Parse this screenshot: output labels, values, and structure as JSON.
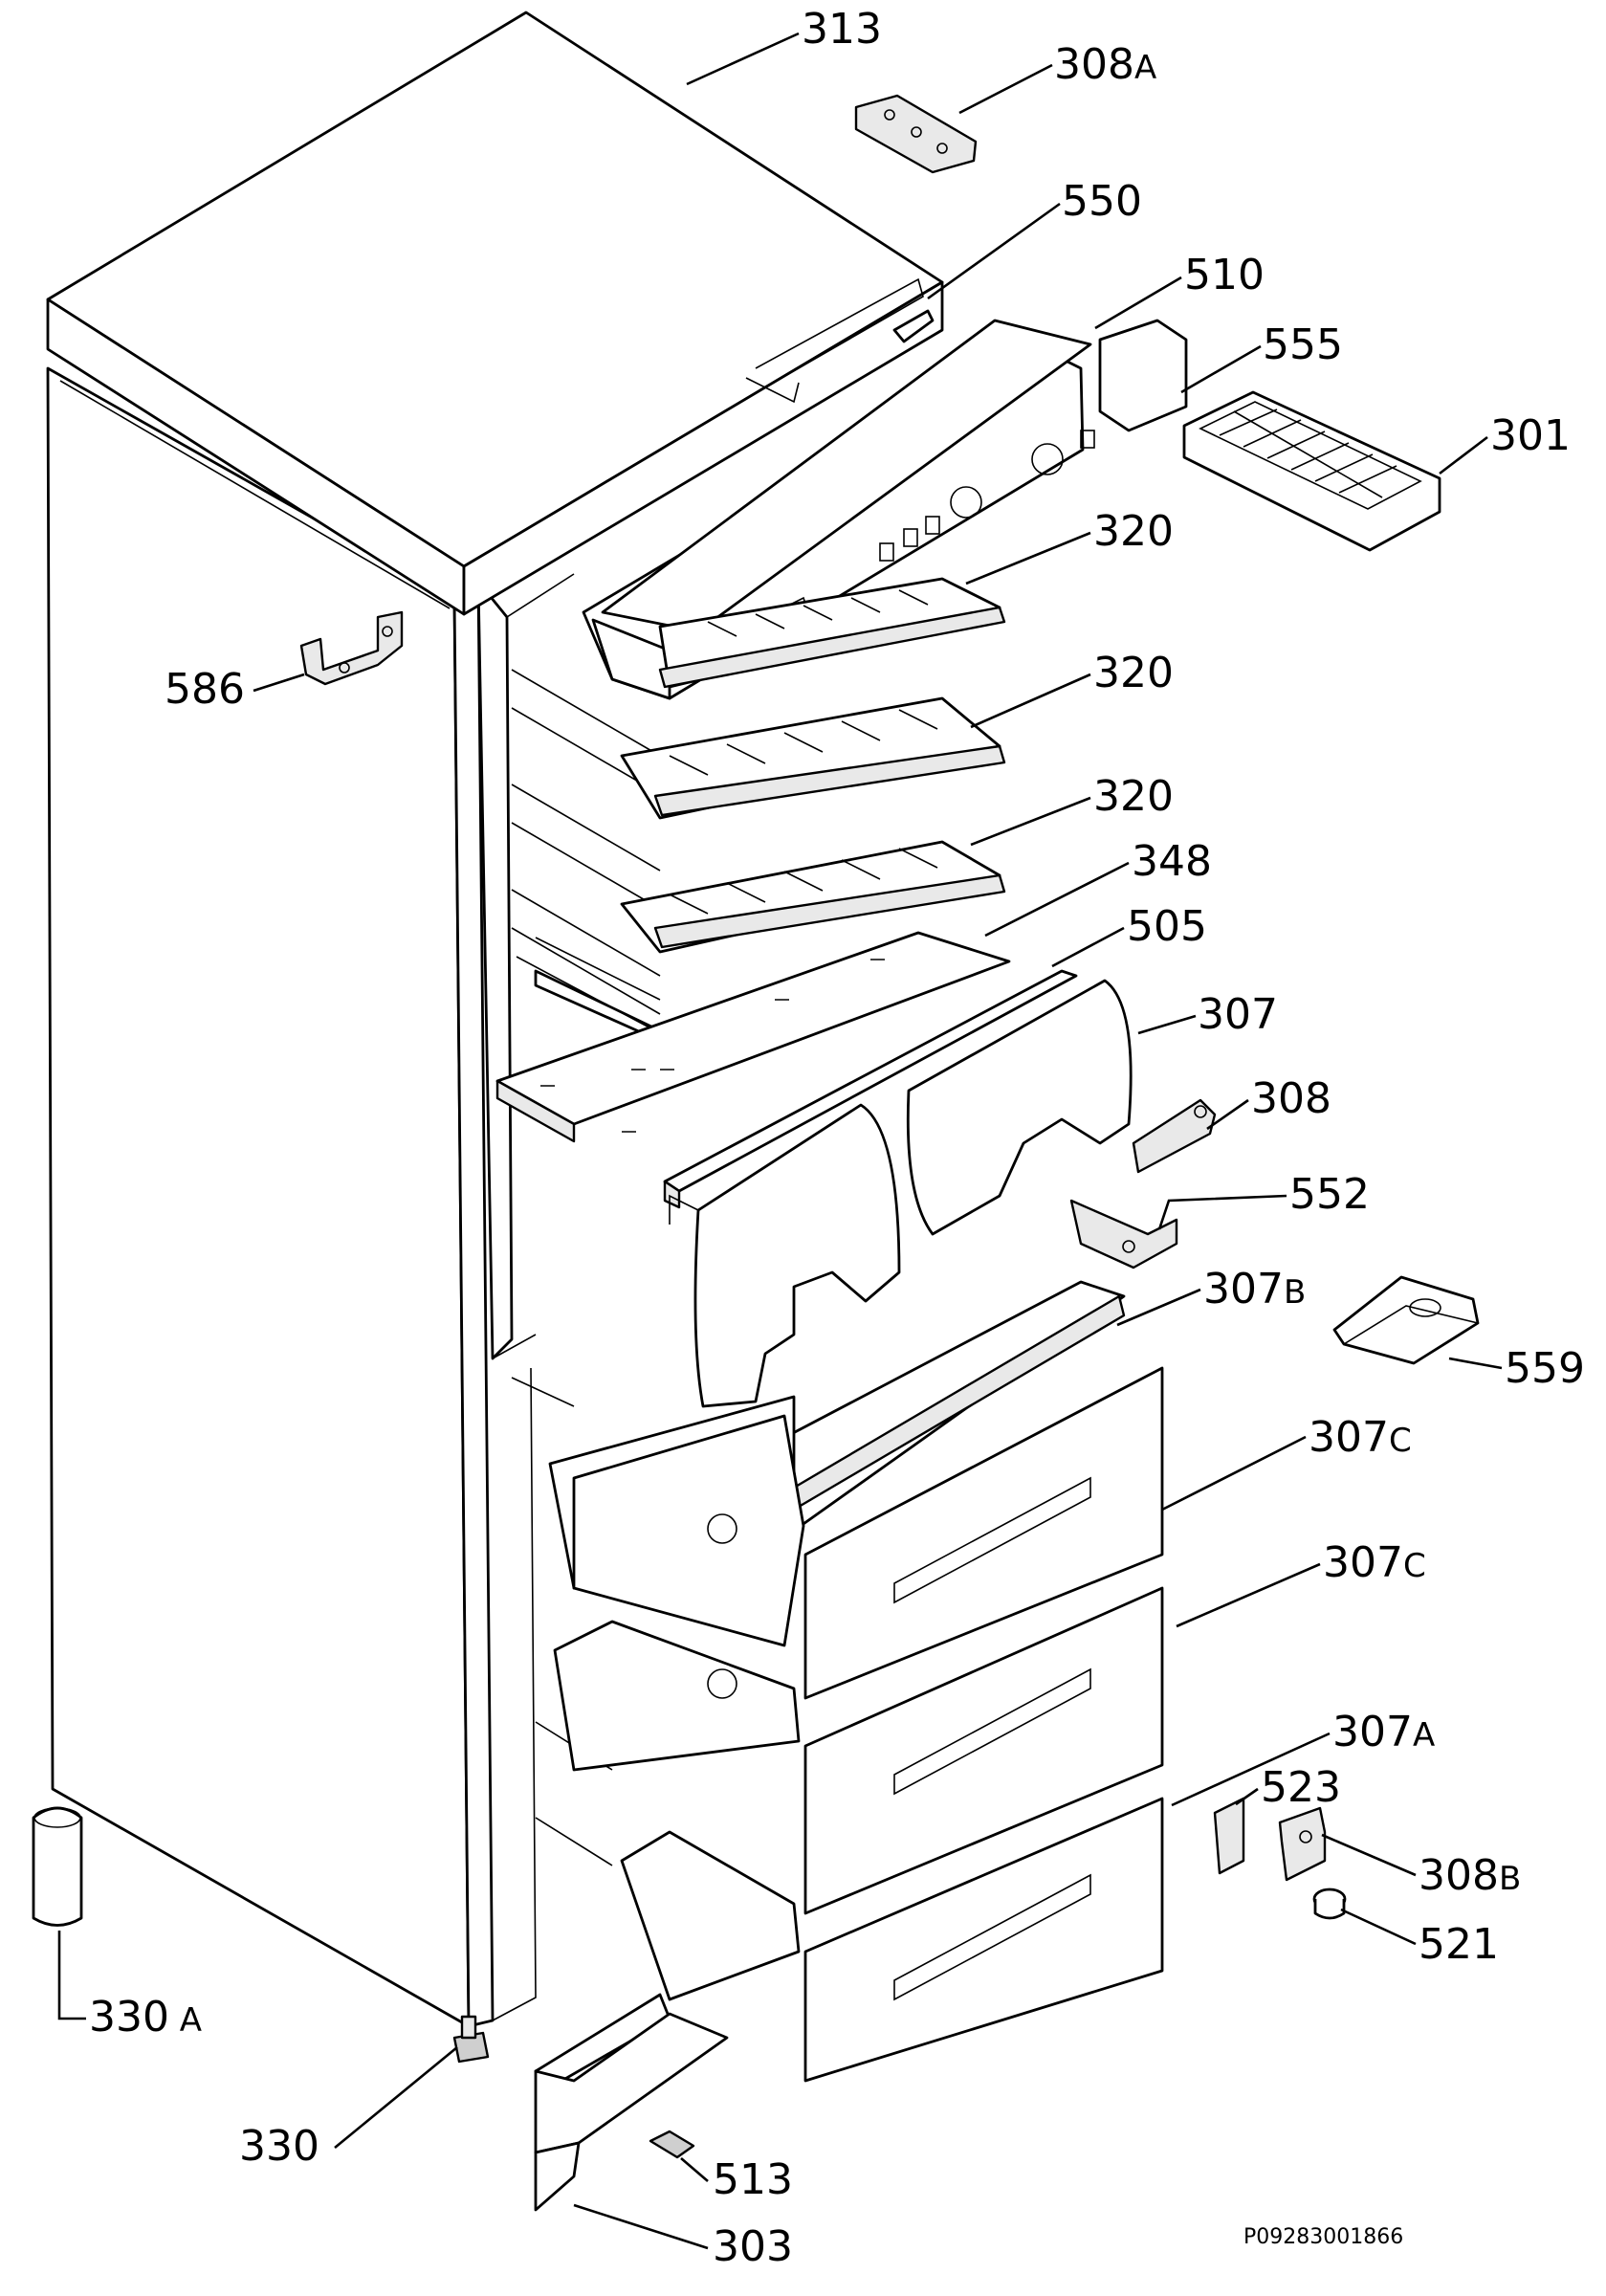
{
  "diagram": {
    "labels": [
      {
        "id": "313",
        "text": "313",
        "suffix": ""
      },
      {
        "id": "308a",
        "text": "308",
        "suffix": "A"
      },
      {
        "id": "550",
        "text": "550",
        "suffix": ""
      },
      {
        "id": "510",
        "text": "510",
        "suffix": ""
      },
      {
        "id": "555",
        "text": "555",
        "suffix": ""
      },
      {
        "id": "301",
        "text": "301",
        "suffix": ""
      },
      {
        "id": "320a",
        "text": "320",
        "suffix": ""
      },
      {
        "id": "586",
        "text": "586",
        "suffix": ""
      },
      {
        "id": "320b",
        "text": "320",
        "suffix": ""
      },
      {
        "id": "320c",
        "text": "320",
        "suffix": ""
      },
      {
        "id": "348",
        "text": "348",
        "suffix": ""
      },
      {
        "id": "505",
        "text": "505",
        "suffix": ""
      },
      {
        "id": "307",
        "text": "307",
        "suffix": ""
      },
      {
        "id": "308",
        "text": "308",
        "suffix": ""
      },
      {
        "id": "552",
        "text": "552",
        "suffix": ""
      },
      {
        "id": "307b",
        "text": "307",
        "suffix": "B"
      },
      {
        "id": "559",
        "text": "559",
        "suffix": ""
      },
      {
        "id": "307c1",
        "text": "307",
        "suffix": "C"
      },
      {
        "id": "307c2",
        "text": "307",
        "suffix": "C"
      },
      {
        "id": "307a",
        "text": "307",
        "suffix": "A"
      },
      {
        "id": "523",
        "text": "523",
        "suffix": ""
      },
      {
        "id": "308b",
        "text": "308",
        "suffix": "B"
      },
      {
        "id": "521",
        "text": "521",
        "suffix": ""
      },
      {
        "id": "330a",
        "text": "330",
        "suffix": " A"
      },
      {
        "id": "330",
        "text": "330",
        "suffix": ""
      },
      {
        "id": "513",
        "text": "513",
        "suffix": ""
      },
      {
        "id": "303",
        "text": "303",
        "suffix": ""
      }
    ],
    "reference_code": "P09283001866"
  }
}
